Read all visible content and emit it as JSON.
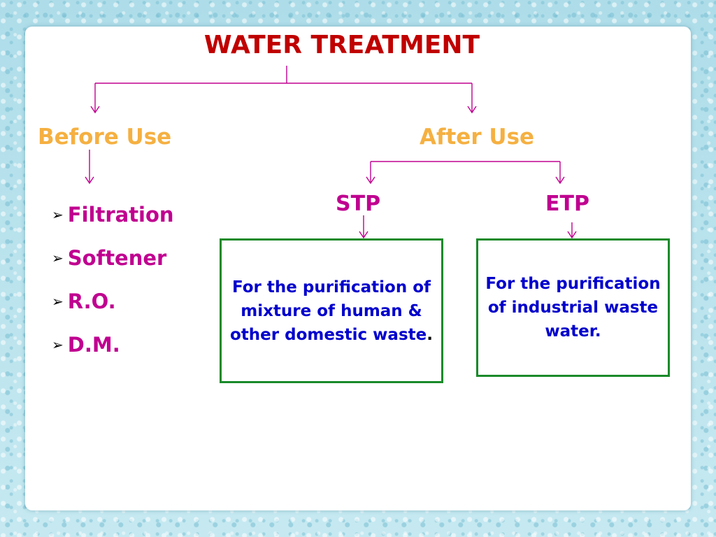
{
  "title": "WATER TREATMENT",
  "before_use": {
    "label": "Before Use",
    "methods": [
      "Filtration",
      "Softener",
      "R.O.",
      "D.M."
    ]
  },
  "after_use": {
    "label": "After Use",
    "stp": {
      "label": "STP",
      "description": "For the purification of mixture of human & other domestic waste",
      "period": "."
    },
    "etp": {
      "label": "ETP",
      "description": "For the purification of industrial waste water."
    }
  },
  "colors": {
    "title": "#c00000",
    "category": "#f5b041",
    "item": "#c00090",
    "description": "#0000cc",
    "box_border": "#1a8a2a",
    "connector": "#c00090"
  },
  "icons": {
    "bullet": "arrow-bullet-icon",
    "connector": "arrow-down-icon"
  }
}
